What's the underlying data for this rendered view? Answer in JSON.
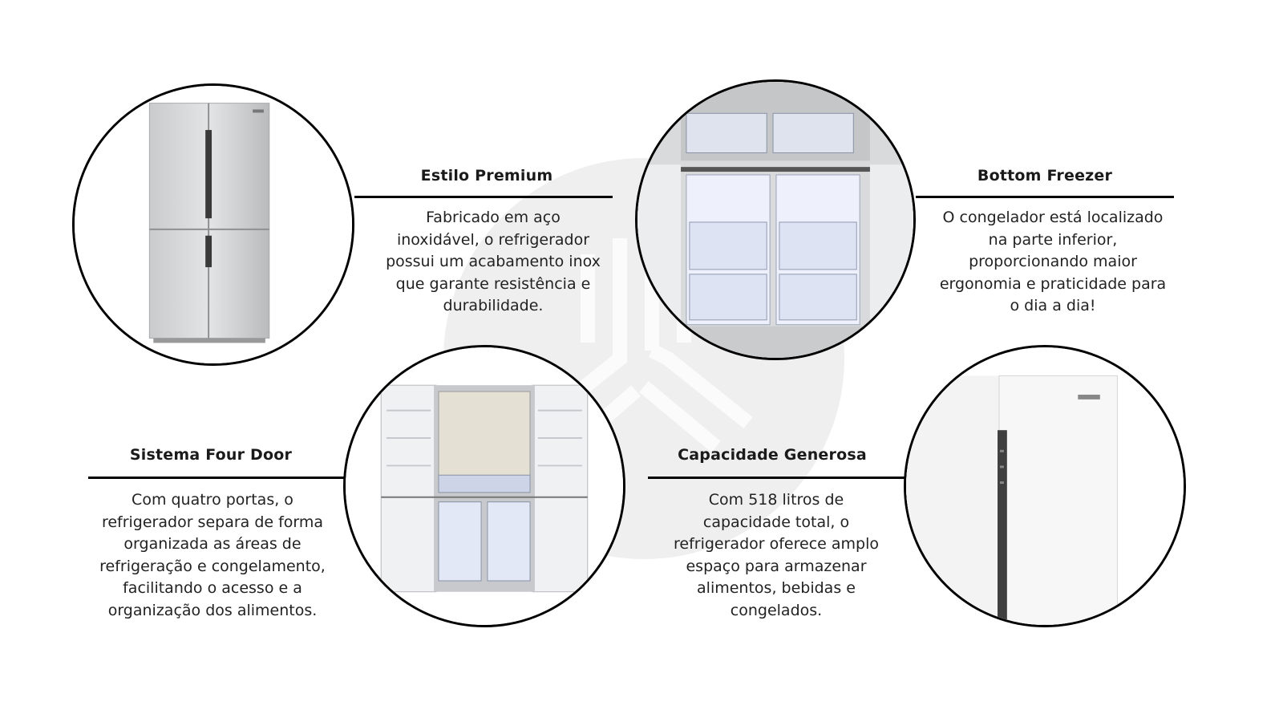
{
  "features": {
    "estilo": {
      "title": "Estilo Premium",
      "text": "Fabricado em aço inoxidável, o refrigerador possui um acabamento inox que garante resistência e durabilidade."
    },
    "bottom": {
      "title": "Bottom Freezer",
      "text": "O congelador está localizado na parte inferior, proporcionando maior ergonomia e praticidade para o dia a dia!"
    },
    "fourdoor": {
      "title": "Sistema Four Door",
      "text": "Com quatro portas, o refrigerador separa de forma organizada as áreas de refrigeração e congelamento, facilitando o acesso e a organização dos alimentos."
    },
    "capacidade": {
      "title": "Capacidade Generosa",
      "text": "Com 518 litros de capacidade total, o refrigerador oferece amplo espaço para armazenar alimentos, bebidas e congelados."
    }
  },
  "images": {
    "img1": "refrigerator-closed-front",
    "img2": "drawers-interior-closeup",
    "img3": "refrigerator-open-four-doors",
    "img4": "door-handle-closeup"
  },
  "colors": {
    "accent": "#000000",
    "text": "#222222",
    "background": "#ffffff",
    "watermark": "#efefef"
  }
}
